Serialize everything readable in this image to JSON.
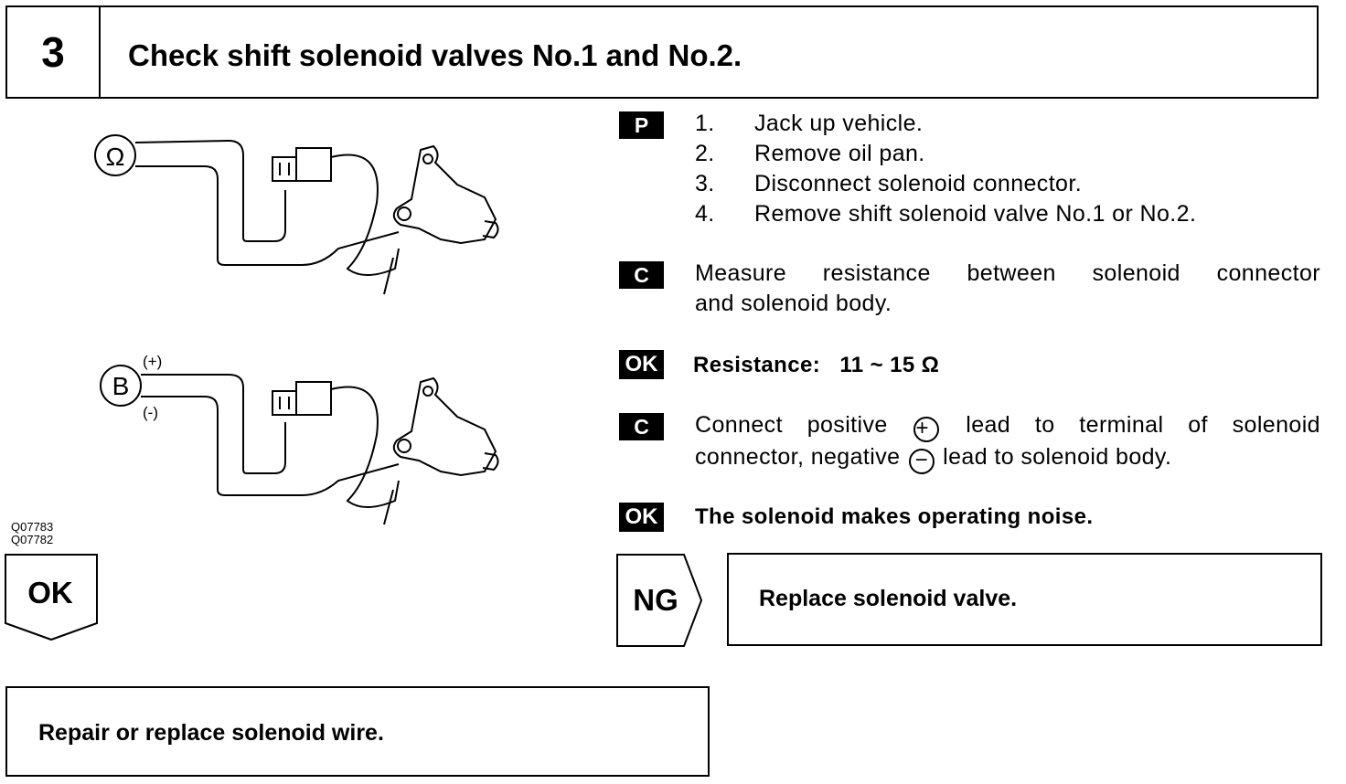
{
  "header": {
    "number": "3",
    "title": "Check shift solenoid valves No.1 and No.2."
  },
  "diagram": {
    "ohmmeter_symbol": "Ω",
    "battery_symbol": "B",
    "positive_label": "(+)",
    "negative_label": "(-)",
    "codes": [
      "Q07783",
      "Q07782"
    ]
  },
  "tags": {
    "prep": "P",
    "check": "C",
    "ok": "OK"
  },
  "prep_steps": [
    {
      "n": "1.",
      "text": "Jack up vehicle."
    },
    {
      "n": "2.",
      "text": "Remove oil pan."
    },
    {
      "n": "3.",
      "text": "Disconnect solenoid connector."
    },
    {
      "n": "4.",
      "text": "Remove shift solenoid valve No.1 or No.2."
    }
  ],
  "check1": {
    "line1": "Measure resistance between solenoid connector",
    "line2": "and solenoid body."
  },
  "ok1": {
    "label": "Resistance:",
    "value": "11 ~ 15 Ω"
  },
  "check2": {
    "line1_a": "Connect positive",
    "plus": "+",
    "line1_b": "lead to terminal of solenoid",
    "line2_a": "connector, negative",
    "minus": "−",
    "line2_b": "lead to solenoid body."
  },
  "ok2": {
    "text": "The solenoid makes operating noise."
  },
  "ok_branch": {
    "label": "OK",
    "action": "Repair or replace solenoid wire."
  },
  "ng_branch": {
    "label": "NG",
    "action": "Replace solenoid valve."
  }
}
